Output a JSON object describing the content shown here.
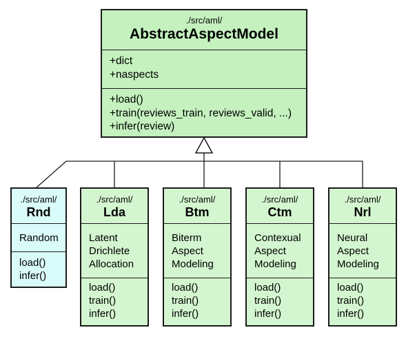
{
  "base": {
    "path": "./src/aml/",
    "name": "AbstractAspectModel",
    "attributes": [
      "+dict",
      "+naspects"
    ],
    "methods": [
      "+load()",
      "+train(reviews_train, reviews_valid, ...)",
      "+infer(review)"
    ]
  },
  "subclasses": [
    {
      "path": "./src/aml/",
      "name": "Rnd",
      "description": [
        "Random"
      ],
      "methods": [
        "load()",
        "infer()"
      ]
    },
    {
      "path": "./src/aml/",
      "name": "Lda",
      "description": [
        "Latent",
        "Drichlete",
        "Allocation"
      ],
      "methods": [
        "load()",
        "train()",
        "infer()"
      ]
    },
    {
      "path": "./src/aml/",
      "name": "Btm",
      "description": [
        "Biterm",
        "Aspect",
        "Modeling"
      ],
      "methods": [
        "load()",
        "train()",
        "infer()"
      ]
    },
    {
      "path": "./src/aml/",
      "name": "Ctm",
      "description": [
        "Contexual",
        "Aspect",
        "Modeling"
      ],
      "methods": [
        "load()",
        "train()",
        "infer()"
      ]
    },
    {
      "path": "./src/aml/",
      "name": "Nrl",
      "description": [
        "Neural",
        "Aspect",
        "Modeling"
      ],
      "methods": [
        "load()",
        "train()",
        "infer()"
      ]
    }
  ],
  "colors": {
    "base_fill": "#c4f1be",
    "sub_fill": "#d3f5cf",
    "rnd_fill": "#d9fbf9",
    "stroke": "#1a1a1a"
  }
}
